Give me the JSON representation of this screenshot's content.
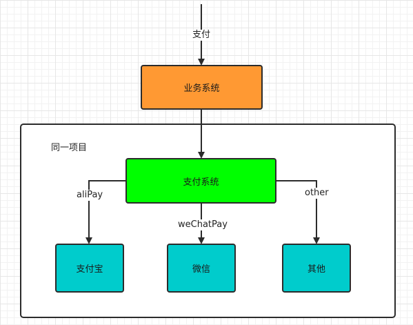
{
  "diagram": {
    "nodes": {
      "business": {
        "label": "业务系统",
        "color": "#ff9933"
      },
      "payment": {
        "label": "支付系统",
        "color": "#00ff00"
      },
      "alipay": {
        "label": "支付宝",
        "color": "#00cccc"
      },
      "wechat": {
        "label": "微信",
        "color": "#00cccc"
      },
      "other": {
        "label": "其他",
        "color": "#00cccc"
      }
    },
    "group": {
      "title": "同一项目"
    },
    "edges": {
      "entry": {
        "label": "支付"
      },
      "business_to_payment": {
        "label": ""
      },
      "to_alipay": {
        "label": "aliPay"
      },
      "to_wechat": {
        "label": "weChatPay"
      },
      "to_other": {
        "label": "other"
      }
    }
  }
}
